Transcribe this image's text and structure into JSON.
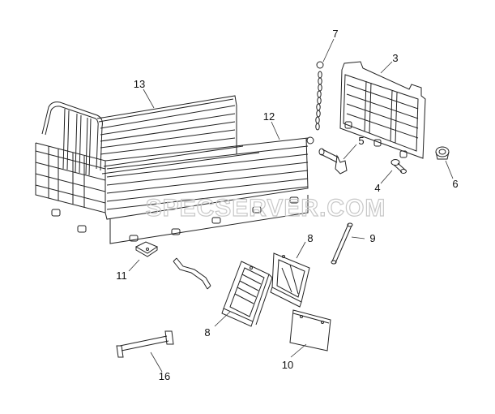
{
  "callouts": [
    {
      "id": "c1",
      "text": "13"
    },
    {
      "id": "c2",
      "text": "12"
    },
    {
      "id": "c3",
      "text": "7"
    },
    {
      "id": "c4",
      "text": "3"
    },
    {
      "id": "c5",
      "text": "5"
    },
    {
      "id": "c6",
      "text": "6"
    },
    {
      "id": "c7",
      "text": "4"
    },
    {
      "id": "c8",
      "text": "8"
    },
    {
      "id": "c9",
      "text": "9"
    },
    {
      "id": "c10",
      "text": "11"
    },
    {
      "id": "c11",
      "text": "8"
    },
    {
      "id": "c12",
      "text": "10"
    },
    {
      "id": "c13",
      "text": "16"
    }
  ],
  "watermark": {
    "text": "SPECSERVER.COM",
    "color": "#c8c8c8"
  },
  "colors": {
    "line": "#222222",
    "leader": "#333333",
    "background": "#ffffff"
  }
}
